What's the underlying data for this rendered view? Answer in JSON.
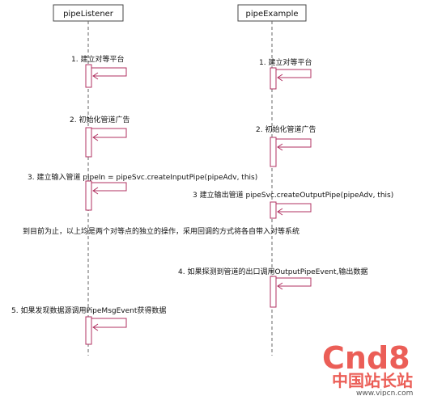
{
  "participants": [
    "pipeListener",
    "pipeExample"
  ],
  "messages": [
    {
      "label": "1. 建立对等平台"
    },
    {
      "label": "1. 建立对等平台"
    },
    {
      "label": "2. 初始化管道广告"
    },
    {
      "label": "2. 初始化管道广告"
    },
    {
      "label": "3. 建立输入管道  pipeIn = pipeSvc.createInputPipe(pipeAdv, this)"
    },
    {
      "label": "3 建立输出管道 pipeSvc.createOutputPipe(pipeAdv, this)"
    },
    {
      "label": "4. 如果探测到管道的出口调用OutputPipeEvent,输出数据"
    },
    {
      "label": "5. 如果发现数据源调用PipeMsgEvent获得数据"
    }
  ],
  "note": "到目前为止，以上均是两个对等点的独立的操作，采用回调的方式将各自带入对等系统",
  "watermark": {
    "logo": "Cnd8",
    "cn": "中国站长站",
    "url": "www.vipcn.com",
    "colors": {
      "main": "#e8433a",
      "accent": "#2f77c8"
    }
  }
}
